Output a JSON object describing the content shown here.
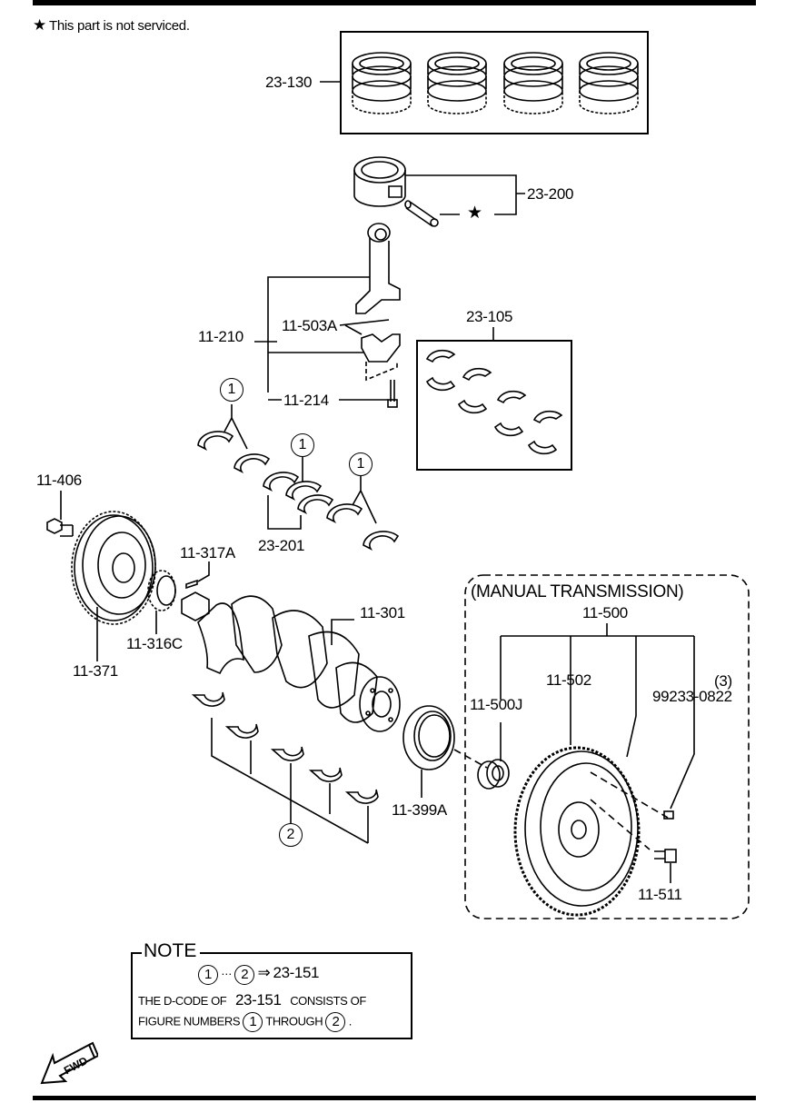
{
  "legend": {
    "icon": "star-icon",
    "symbol": "★",
    "text": "This part is not serviced."
  },
  "labels": {
    "piston_rings": "23-130",
    "piston": "23-200",
    "piston_pin_symbol": "★",
    "conrod_bearing_set": "23-105",
    "conrod_assembly": "11-210",
    "conrod_knock_pin": "11-503A",
    "conrod_bolt": "11-214",
    "thrust_bearing": "23-201",
    "pulley_bolt": "11-406",
    "key": "11-317A",
    "crank_pulley": "11-371",
    "timing_sprocket": "11-316C",
    "crankshaft": "11-301",
    "rear_oil_seal": "11-399A",
    "flywheel_assembly": "11-500",
    "flywheel": "11-502",
    "pilot_bearing": "11-500J",
    "dowel_qty": "(3)",
    "dowel_pin": "99233-0822",
    "flywheel_bolt": "11-511"
  },
  "figure_numbers": {
    "one": "1",
    "two": "2"
  },
  "manual_transmission": {
    "title": "(MANUAL TRANSMISSION)"
  },
  "note": {
    "title": "NOTE",
    "range_start": "1",
    "ellipsis": "···",
    "range_end": "2",
    "arrow": "⇒",
    "dcode": "23-151",
    "line2_prefix": "THE D-CODE OF",
    "line2_code": "23-151",
    "line2_suffix": "CONSISTS OF",
    "line3_prefix": "FIGURE NUMBERS",
    "line3_from": "1",
    "line3_mid": "THROUGH",
    "line3_to": "2",
    "line3_end": "."
  },
  "fwd_indicator": {
    "text": "FWD",
    "icon": "forward-arrow-icon"
  }
}
